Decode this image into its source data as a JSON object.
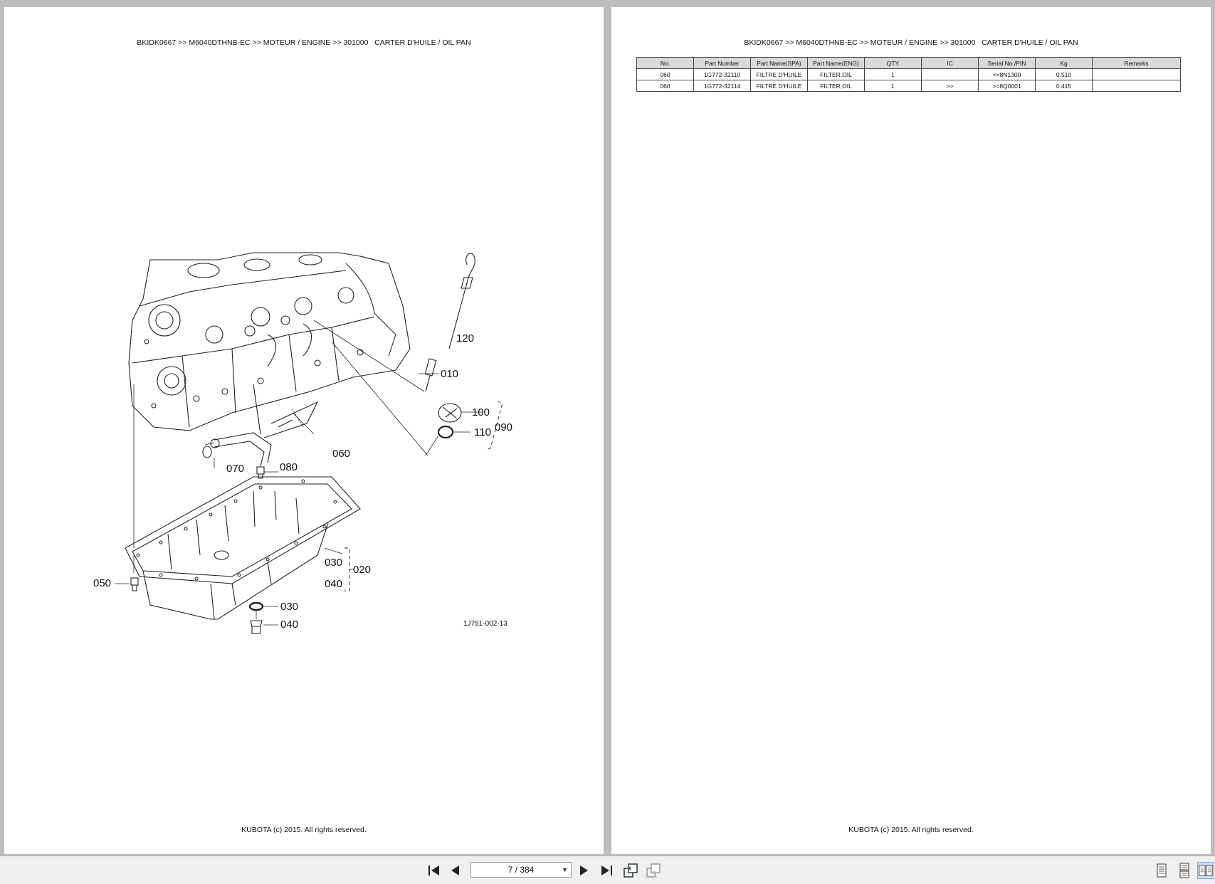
{
  "header_text": "BKIDK0667 >> M6040DTHNB-EC >> MOTEUR / ENGINE >> 301000   CARTER D'HUILE / OIL PAN",
  "footer_text": "KUBOTA (c) 2015. All rights reserved.",
  "diagram": {
    "code": "1J751-002-13",
    "labels": {
      "l010": "010",
      "l020": "020",
      "l030a": "030",
      "l030b": "030",
      "l040a": "040",
      "l040b": "040",
      "l050": "050",
      "l060": "060",
      "l070": "070",
      "l080": "080",
      "l090": "090",
      "l100": "100",
      "l110": "110",
      "l120": "120"
    }
  },
  "table": {
    "headers": [
      "No.",
      "Part Number",
      "Part Name(SPA)",
      "Part Name(ENG)",
      "QTY",
      "IC",
      "Serial No./PIN",
      "Kg",
      "Remarks"
    ],
    "rows": [
      [
        "060",
        "1G772-32110",
        "FILTRE D'HUILE",
        "FILTER,OIL",
        "1",
        "",
        "<=8N1300",
        "0.510",
        ""
      ],
      [
        "060",
        "1G772-32114",
        "FILTRE D'HUILE",
        "FILTER,OIL",
        "1",
        ">>",
        ">=8Q0001",
        "0.415",
        ""
      ]
    ]
  },
  "toolbar": {
    "page_indicator": "7 / 384"
  }
}
